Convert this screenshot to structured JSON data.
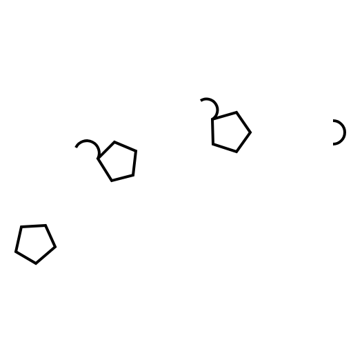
{
  "scene": {
    "background_color": "#ffffff",
    "stroke_color": "#000000",
    "shapes": [
      {
        "kind": "pentagon",
        "label": "pentagon-1"
      },
      {
        "kind": "pentagon",
        "label": "pentagon-2"
      },
      {
        "kind": "pentagon",
        "label": "pentagon-3"
      },
      {
        "kind": "arc",
        "label": "hook-arc-1"
      },
      {
        "kind": "arc",
        "label": "hook-arc-2"
      },
      {
        "kind": "arc",
        "label": "hook-arc-3"
      }
    ]
  }
}
